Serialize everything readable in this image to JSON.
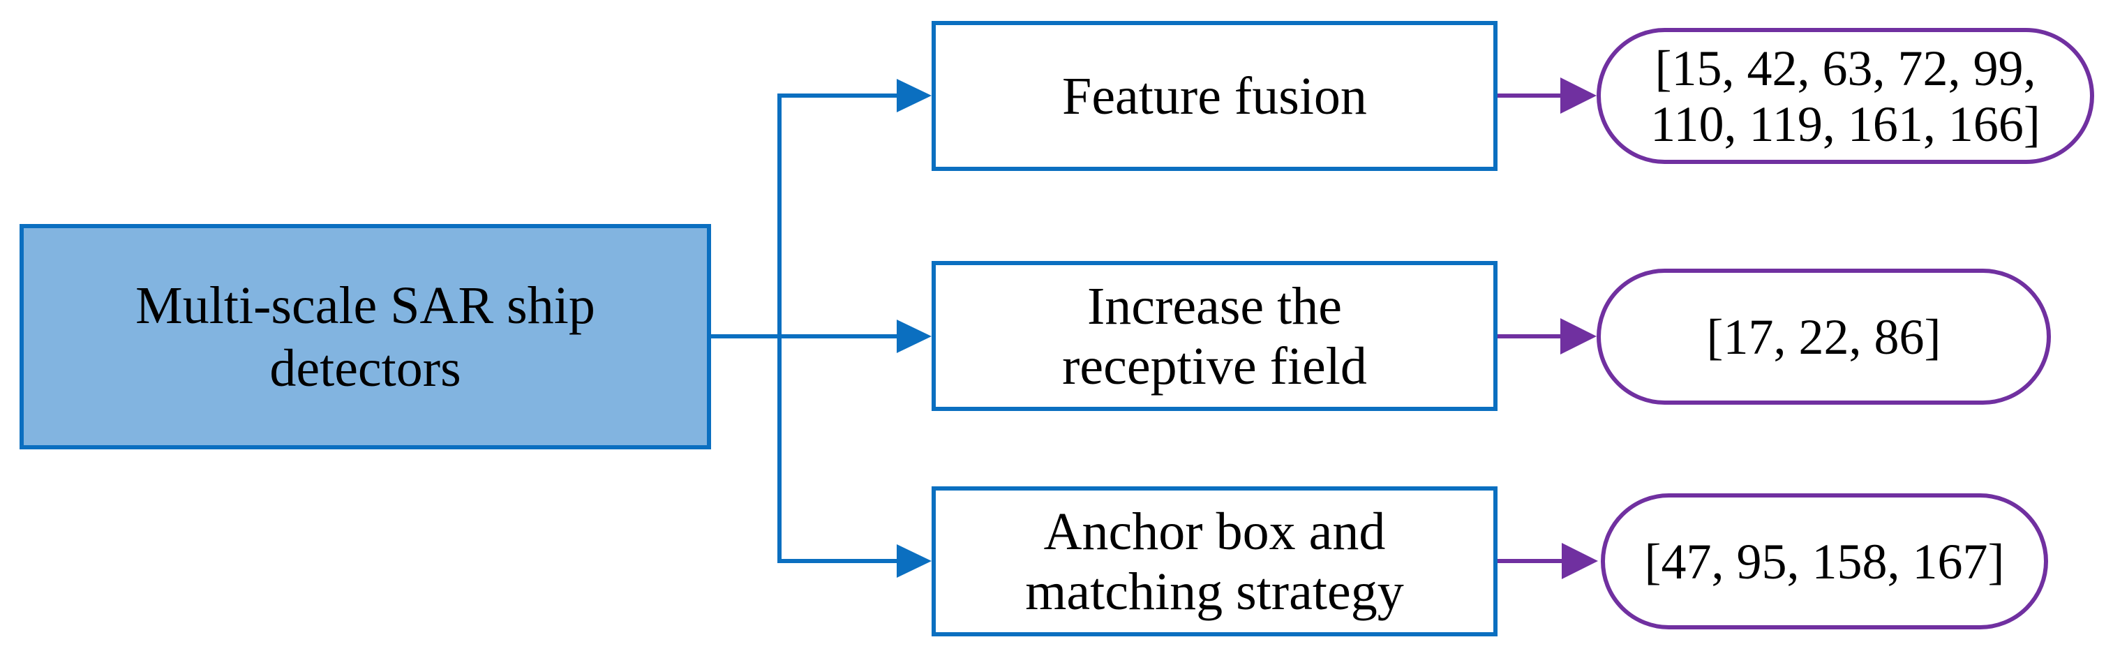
{
  "colors": {
    "root_fill": "#82b4e0",
    "blue_stroke": "#0b6fc0",
    "purple_stroke": "#7030a0",
    "text": "#000000",
    "background": "#ffffff"
  },
  "root": {
    "label": "Multi-scale SAR ship\ndetectors"
  },
  "methods": [
    {
      "label": "Feature fusion"
    },
    {
      "label": "Increase the\nreceptive field"
    },
    {
      "label": "Anchor box and\nmatching strategy"
    }
  ],
  "references": [
    {
      "label": "[15, 42, 63, 72, 99,\n110, 119, 161, 166]"
    },
    {
      "label": "[17, 22, 86]"
    },
    {
      "label": "[47, 95, 158, 167]"
    }
  ]
}
